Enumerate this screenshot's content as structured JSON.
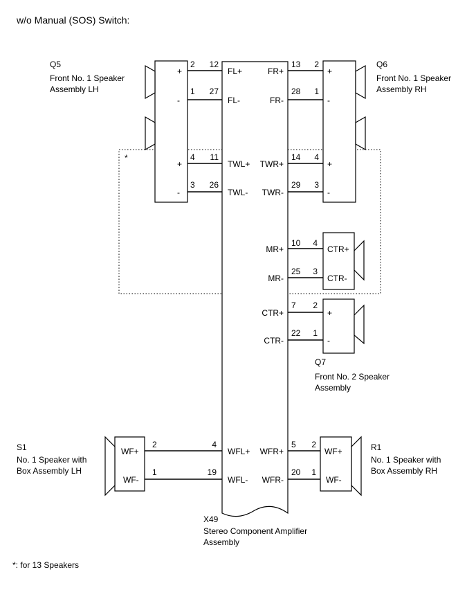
{
  "title": "w/o Manual (SOS) Switch:",
  "footnote": "*: for 13 Speakers",
  "star": "*",
  "amplifier": {
    "code": "X49",
    "name_line1": "Stereo Component Amplifier",
    "name_line2": "Assembly",
    "left_terminals": [
      "FL+",
      "FL-",
      "TWL+",
      "TWL-",
      "WFL+",
      "WFL-"
    ],
    "right_terminals": [
      "FR+",
      "FR-",
      "TWR+",
      "TWR-",
      "MR+",
      "MR-",
      "CTR+",
      "CTR-",
      "WFR+",
      "WFR-"
    ]
  },
  "q5": {
    "code": "Q5",
    "name_line1": "Front No. 1 Speaker",
    "name_line2": "Assembly LH",
    "terminals": [
      "+",
      "-",
      "+",
      "-"
    ],
    "pins": [
      "2",
      "1",
      "4",
      "3"
    ],
    "amp_pins": [
      "12",
      "27",
      "11",
      "26"
    ]
  },
  "q6": {
    "code": "Q6",
    "name_line1": "Front No. 1 Speaker",
    "name_line2": "Assembly RH",
    "terminals": [
      "+",
      "-",
      "+",
      "-"
    ],
    "pins": [
      "2",
      "1",
      "4",
      "3"
    ],
    "amp_pins": [
      "13",
      "28",
      "14",
      "29"
    ]
  },
  "center": {
    "terminals": [
      "CTR+",
      "CTR-"
    ],
    "pins": [
      "4",
      "3"
    ],
    "amp_pins": [
      "10",
      "25"
    ]
  },
  "q7": {
    "code": "Q7",
    "name_line1": "Front No. 2 Speaker",
    "name_line2": "Assembly",
    "terminals": [
      "+",
      "-"
    ],
    "pins": [
      "2",
      "1"
    ],
    "amp_pins": [
      "7",
      "22"
    ]
  },
  "s1": {
    "code": "S1",
    "name_line1": "No. 1 Speaker with",
    "name_line2": "Box Assembly LH",
    "terminals": [
      "WF+",
      "WF-"
    ],
    "pins": [
      "2",
      "1"
    ],
    "amp_pins": [
      "4",
      "19"
    ]
  },
  "r1": {
    "code": "R1",
    "name_line1": "No. 1 Speaker with",
    "name_line2": "Box Assembly RH",
    "terminals": [
      "WF+",
      "WF-"
    ],
    "pins": [
      "2",
      "1"
    ],
    "amp_pins": [
      "5",
      "20"
    ]
  }
}
